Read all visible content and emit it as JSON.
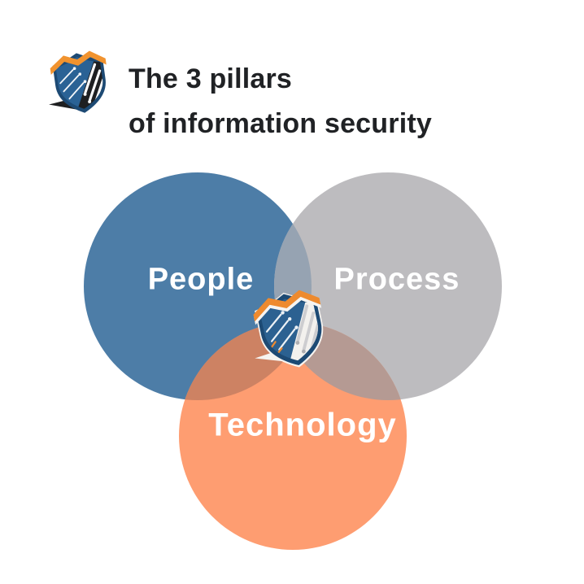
{
  "page": {
    "background": "#ffffff"
  },
  "header": {
    "logo_icon": "shield-circuit-logo",
    "title_line1": "The 3 pillars",
    "title_line2": "of information security",
    "title_color": "#202225"
  },
  "venn": {
    "type": "venn-diagram",
    "label_color": "#ffffff",
    "circles": [
      {
        "id": "people",
        "label": "People",
        "color": "#4d7da7"
      },
      {
        "id": "process",
        "label": "Process",
        "color": "#bdbcbf"
      },
      {
        "id": "technology",
        "label": "Technology",
        "color": "#fe9d71"
      }
    ],
    "overlaps": {
      "people_process": "#96a3b2",
      "people_technology": "#cd8263",
      "process_technology": "#b59a93",
      "center": "#b5897c"
    },
    "center_icon": "shield-circuit-logo"
  },
  "brand": {
    "orange": "#ee8a2e",
    "navy": "#1d4a74",
    "blue": "#2c6191",
    "dark": "#1e1f21",
    "light": "#f4f2ef"
  }
}
